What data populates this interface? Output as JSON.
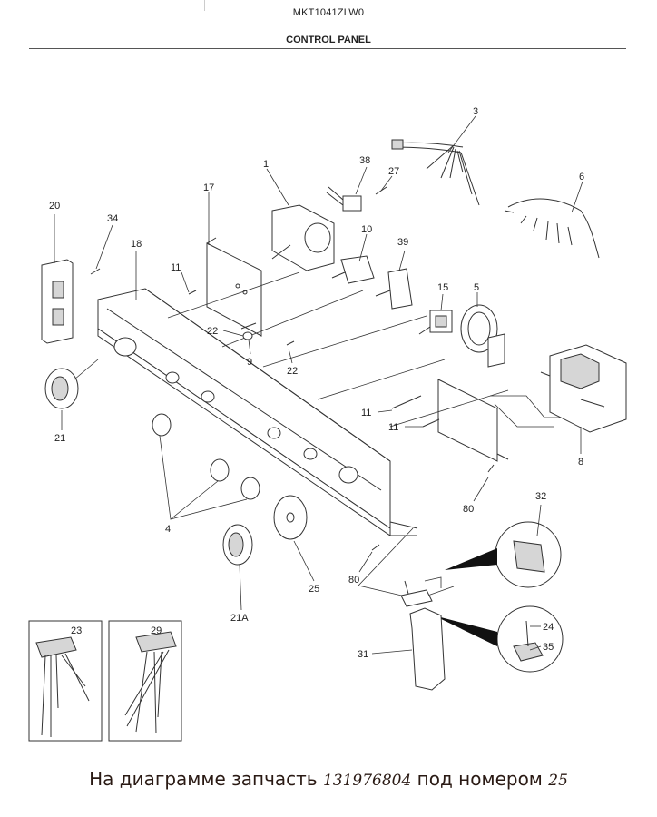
{
  "header": {
    "model": "MKT1041ZLW0",
    "section_title": "CONTROL PANEL"
  },
  "callouts": [
    "1",
    "3",
    "4",
    "5",
    "6",
    "8",
    "9",
    "10",
    "11",
    "11",
    "11",
    "15",
    "17",
    "18",
    "20",
    "21",
    "21A",
    "22",
    "22",
    "23",
    "24",
    "25",
    "27",
    "29",
    "31",
    "32",
    "34",
    "35",
    "38",
    "39",
    "80",
    "80"
  ],
  "caption": {
    "prefix": "На диаграмме запчасть",
    "part_number": "131976804",
    "middle": "под номером",
    "item_number": "25"
  }
}
